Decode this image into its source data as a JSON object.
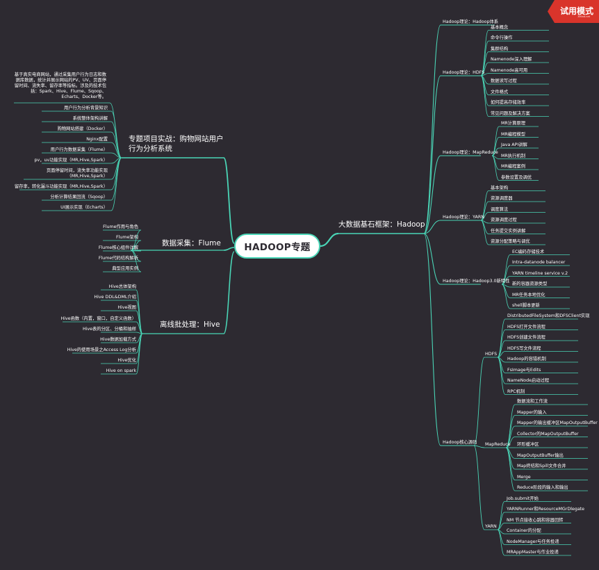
{
  "badge": {
    "label": "试用模式",
    "sub": "XMind.net"
  },
  "root": "HADOOP专题",
  "right_branch": {
    "title": "大数据基石框架：Hadoop",
    "nodes": [
      {
        "label": "Hadoop理论：Hadoop体系",
        "children": []
      },
      {
        "label": "Hadoop理论：HDFS",
        "children": [
          "基本概念",
          "命令行操作",
          "集群结构",
          "Namenode深入理解",
          "Namenode高可用",
          "数据读写过程",
          "文件格式",
          "如何提高存储效率",
          "常见问题及解决方案"
        ]
      },
      {
        "label": "Hadoop理论：MapReduce",
        "children": [
          "MR计算原理",
          "MR编程模型",
          "Java API讲解",
          "MR执行机制",
          "MR编程案例",
          "参数设置及调优"
        ]
      },
      {
        "label": "Hadoop理论：YARN",
        "children": [
          "基本架构",
          "资源调度器",
          "调度算法",
          "资源调度过程",
          "任务提交实例讲解",
          "资源分配策略与调优"
        ]
      },
      {
        "label": "Hadoop理论：Hadoop3.0新特性",
        "children": [
          "EC编码存储技术",
          "Intra-datanode balancer",
          "YARN timeline service v.2",
          "新的容器资源类型",
          "MR任务本地优化",
          "shell脚本更新"
        ]
      },
      {
        "label": "Hadoop核心源码",
        "groups": [
          {
            "label": "HDFS",
            "children": [
              "DistributedFileSystem和DFSClient实现",
              "HDFS打开文件流程",
              "HDFS创建文件流程",
              "HDFS写文件流程",
              "Hadoop的容错机制",
              "FsImage与Edits",
              "NameNode启动过程",
              "RPC机制"
            ]
          },
          {
            "label": "MapReduce",
            "children": [
              "数据流和工作流",
              "Mapper的输入",
              "Mapper的输出缓冲区MapOutputBuffer",
              "Collector的MapOutputBuffer",
              "环形缓冲区",
              "MapOutputBuffer输出",
              "Map终结和Spill文件合并",
              "Merge",
              "Reduce阶段的输入和输出"
            ]
          },
          {
            "label": "YARN",
            "children": [
              "Job.submit开始",
              "YARNRunner和ResourceMGrDlegate",
              "NM 节点接收心跳和容器回转",
              "Container的分配",
              "NodeManager与任务投递",
              "MRAppMaster与作业投递"
            ]
          }
        ]
      }
    ]
  },
  "left_branches": [
    {
      "title": "专题项目实战：购物网站用户行为分析系统",
      "intro": "基于真实电商网站，通过采集用户行为日志和数据库数据，统计并展示网站的PV、UV、页面停留时间、流失率、留存率等指标。涉及的技术包括：Spark、Hive、Flume、Sqoop、Echarts、Docker等。",
      "children": [
        "用户行为分析背景知识",
        "系统整体架构讲解",
        "购物网站搭建（Docker）",
        "Nginx配置",
        "用户行为数据采集（Flume）",
        "pv，uv功能实现（MR,Hive,Spark）",
        "页面停留时间，流失率功能实现（MR,Hive,Spark）",
        "留存率，转化漏斗功能实现（MR,Hive,Spark）",
        "分析计算结果回流（Sqoop）",
        "UI展示实现（Echarts）"
      ]
    },
    {
      "title": "数据采集：Flume",
      "children": [
        "Flume作用与角色",
        "Flume架构",
        "Flume核心组件详解",
        "Flume代码结构解析",
        "典型应用实例"
      ]
    },
    {
      "title": "离线批处理：Hive",
      "children": [
        "Hive总体架构",
        "Hive DDL&DML介绍",
        "Hive视图",
        "Hive函数（内置，窗口，自定义函数）",
        "Hive表的分区、分桶和抽样",
        "Hive数据加载方式",
        "Hive的使用场景之Access Log分析",
        "Hive优化",
        "Hive on spark"
      ]
    }
  ],
  "colors": {
    "background": "#2d2a31",
    "line": "#4ad6b7",
    "badge": "#d9342b"
  }
}
